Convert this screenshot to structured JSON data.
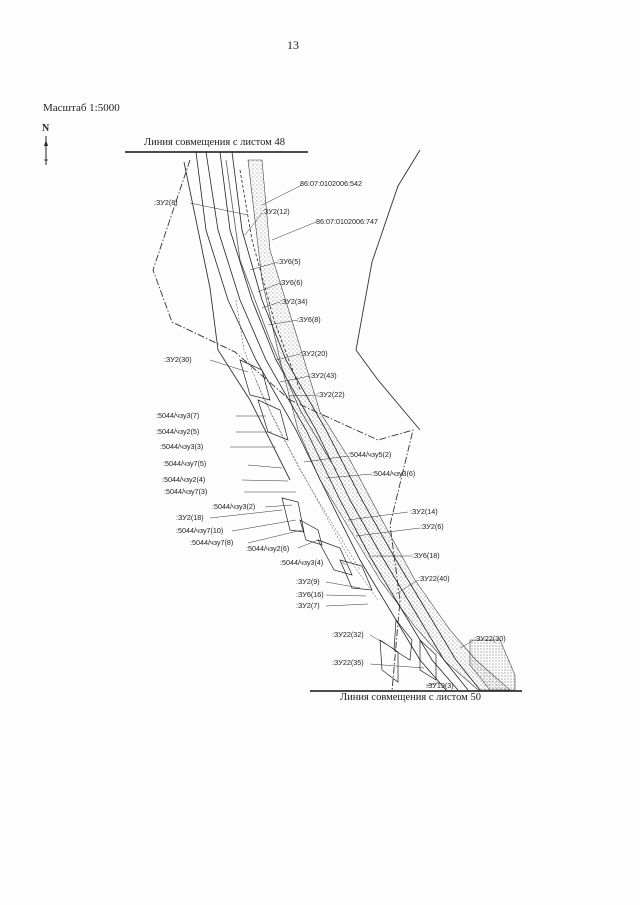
{
  "page_number": "13",
  "scale": "Масштаб 1:5000",
  "north": "N",
  "match_line_top": "Линия совмещения с листом 48",
  "match_line_bottom": "Линия совмещения с листом 50",
  "parcel_labels": [
    ":ЗУ2(8)",
    "86:07:0102006:542",
    ":ЗУ2(12)",
    "86:07:0102006:747",
    ":ЗУ6(5)",
    ":ЗУ6(6)",
    ":ЗУ2(34)",
    ":ЗУ6(8)",
    ":ЗУ2(20)",
    ":ЗУ2(30)",
    ":ЗУ2(43)",
    ":ЗУ2(22)",
    ":5044/чзу3(7)",
    ":5044/чзу2(5)",
    ":5044/чзу3(3)",
    ":5044/чзу5(2)",
    ":5044/чзу7(5)",
    ":5044/чзу3(6)",
    ":5044/чзу2(4)",
    ":5044/чзу7(3)",
    ":5044/чзу3(2)",
    ":ЗУ2(14)",
    ":ЗУ2(18)",
    ":ЗУ2(6)",
    ":5044/чзу7(10)",
    ":5044/чзу7(8)",
    ":5044/чзу2(6)",
    ":ЗУ6(18)",
    ":5044/чзу3(4)",
    ":ЗУ2(9)",
    ":ЗУ22(40)",
    ":ЗУ6(16)",
    ":ЗУ2(7)",
    ":ЗУ22(32)",
    ":ЗУ22(30)",
    ":ЗУ22(35)",
    ":ЗУ19(3)"
  ]
}
